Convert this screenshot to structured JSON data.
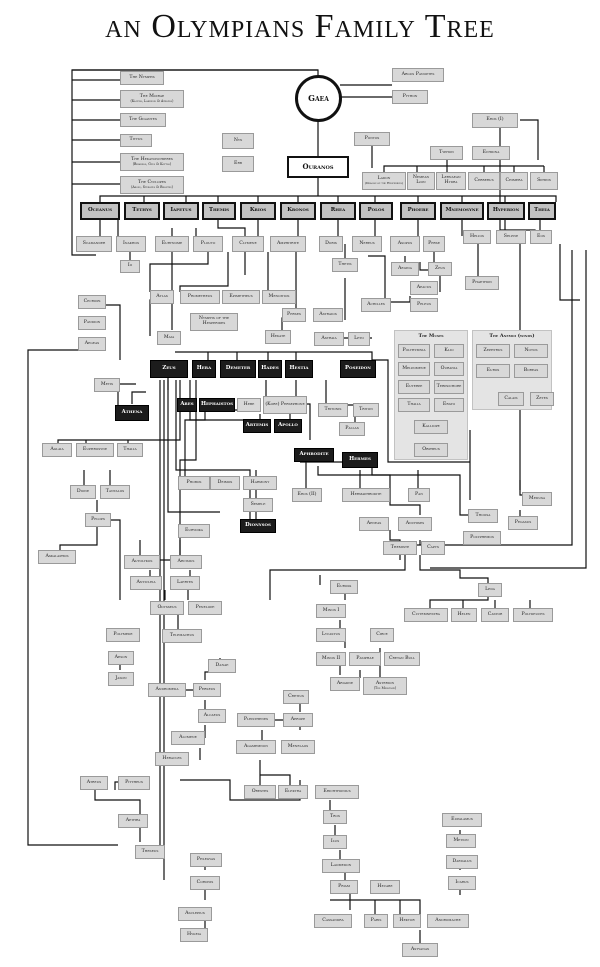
{
  "title": "an Olympians Family Tree",
  "nodes": {
    "gaea": "Gaea",
    "nymphs": "The Nymphs",
    "moirae": "The Moirae",
    "moirae_sub": "(Klotho, Lakhesis & Atropos)",
    "gigantes": "The Gigantes",
    "tityus": "Tityus",
    "hekatonchieres": "The Hekatonchieres",
    "hekatonchieres_sub": "(Briareos, Gyes & Kottos)",
    "cyclopes": "The Cyclopes",
    "cyclopes_sub": "(Arges, Steropes & Brontes)",
    "nyx": "Nyx",
    "erb": "Erb",
    "argus": "Argus Panoptes",
    "python": "Python",
    "pontos": "Pontos",
    "eros1": "Eros (I)",
    "ouranos": "Ouranos",
    "typhon": "Typhon",
    "echidna": "Echidna",
    "ladon": "Ladon",
    "ladon_sub": "(Dragon of the Hesperides)",
    "nemean": "Nemean Lion",
    "lernaean": "Lernaean Hydra",
    "cerberus": "Cerberus",
    "chimera": "Chimera",
    "sphinx": "Sphinx",
    "oceanus": "Oceanus",
    "tethys": "Tethys",
    "iapetus": "Iapetus",
    "themis": "Themis",
    "krios": "Krios",
    "kronos": "Kronos",
    "rhea": "Rhea",
    "polos": "Polos",
    "phoebe": "Phoebe",
    "mnemosyne": "Mnemosyne",
    "hyperion": "Hyperion",
    "theia": "Theia",
    "scamander": "Scamander",
    "inakhos": "Inakhos",
    "io": "Io",
    "eurynome": "Eurynome",
    "plouto": "Plouto",
    "clymene": "Clymene",
    "amphitrite": "Amphitrite",
    "doris": "Doris",
    "nereus": "Nereus",
    "thetis": "Thetis",
    "asopus": "Asopus",
    "perse": "Perse",
    "aegina": "Aegina",
    "zeus_small": "Zeus",
    "helios": "Helios",
    "selene": "Selene",
    "eos": "Eos",
    "aeacus": "Aeacus",
    "achilles": "Achilles",
    "peleus": "Peleus",
    "phaethon": "Phaethon",
    "cecrops": "Cecrops",
    "pandion": "Pandion",
    "aegeas": "Aegeas",
    "atlas": "Atlas",
    "prometheus": "Prometheus",
    "epimetheus": "Epimetheus",
    "menoitios": "Menoitios",
    "nymphs_hesperides": "Nymphs of the Hesperides",
    "maia": "Maia",
    "perses": "Perses",
    "astraios": "Astraios",
    "hekate": "Hekate",
    "astraia": "Astraia",
    "leto": "Leto",
    "zeus": "Zeus",
    "hera": "Hera",
    "demeter": "Demeter",
    "hades": "Hades",
    "hestia": "Hestia",
    "poseidon": "Poseidon",
    "metis": "Metis",
    "athena": "Athena",
    "ares": "Ares",
    "hephaistos": "Hephaistos",
    "hebe": "Hebe",
    "kore": "(Kore) Persephone",
    "artemis": "Artemis",
    "apollo": "Apollo",
    "tritonis": "Tritonis",
    "triton": "Triton",
    "pallas": "Pallas",
    "aglaia": "Aglaia",
    "euphrosyne": "Euphrosyne",
    "thalia": "Thalia",
    "dione": "Dione",
    "tantalos": "Tantalos",
    "pelops": "Pelops",
    "askalaphos": "Askalaphos",
    "aphrodite": "Aphrodite",
    "hermes": "Hermes",
    "phobos": "Phobos",
    "deimos": "Deimos",
    "harmony": "Harmony",
    "semele": "Semele",
    "dionysos": "Dionysos",
    "eros2": "Eros (II)",
    "hermaphrodite": "Hermaphrodite",
    "pan": "Pan",
    "aeneas": "Aeneas",
    "anchises": "Anchises",
    "themiste": "Themiste",
    "capys": "Capys",
    "medusa": "Medusa",
    "thoosa": "Thoosa",
    "pegasus": "Pegasus",
    "polyphemos": "Polyphemos",
    "eurydika": "Eurydika",
    "autolykos": "Autolykos",
    "arcisius": "Arcisius",
    "anticleia": "Anticleia",
    "laertes": "Laertes",
    "odysseus": "Odysseus",
    "penelope": "Penelope",
    "telemachus": "Telemachus",
    "polymede": "Polymede",
    "aeson": "Aeson",
    "jason": "Jason",
    "danae": "Danae",
    "andromeda": "Andromeda",
    "perseus": "Perseus",
    "alcaeus": "Alcaeus",
    "alcmene": "Alcmene",
    "heracles": "Heracles",
    "europa": "Europa",
    "minos1": "Minos I",
    "lycastus": "Lycastus",
    "minos2": "Minos II",
    "circe": "Circe",
    "pasiphae": "Pasiphae",
    "cretan_bull": "Cretan Bull",
    "ariadne": "Ariadne",
    "asterion": "Asterion",
    "asterion_sub": "(The Minotaur)",
    "leda": "Leda",
    "clytemnestra": "Clytemnestra",
    "helen": "Helen",
    "castor": "Castor",
    "polydeuces": "Polydeuces",
    "cretius": "Cretius",
    "pleisthenes": "Pleisthenes",
    "aerope": "Aerope",
    "agamemnon": "Agamemnon",
    "menelaos": "Menelaos",
    "orestes": "Orestes",
    "elektra": "Elektra",
    "atreus": "Atreus",
    "pittheus": "Pittheus",
    "aethra": "Aethra",
    "theseus": "Theseus",
    "erichthonius": "Erichthonius",
    "tros": "Tros",
    "ilus": "Ilus",
    "laomedon": "Laomedon",
    "priam": "Priam",
    "hecabe": "Hecabe",
    "cassandra": "Cassandra",
    "paris": "Paris",
    "hektor": "Hektor",
    "andromache": "Andromache",
    "astyanax": "Astyanax",
    "eupalamus": "Eupalamus",
    "metion": "Metion",
    "daedalus": "Daedalus",
    "icarus": "Icarus",
    "phlegyas": "Phlegyas",
    "coronis": "Coronis",
    "asclepius": "Asclepius",
    "hygeia": "Hygeia"
  },
  "muses": {
    "title": "The Muses",
    "members": [
      "Polyhymnia",
      "Klio",
      "Melpomene",
      "Ourania",
      "Euterpe",
      "Terpsichore",
      "Thalia",
      "Erato",
      "Kalliope",
      "Orpheus"
    ]
  },
  "anemoi": {
    "title": "The Anemoi (winds)",
    "members": [
      "Zephyrus",
      "Notos",
      "Euros",
      "Boreas",
      "Calais",
      "Zetes"
    ]
  }
}
